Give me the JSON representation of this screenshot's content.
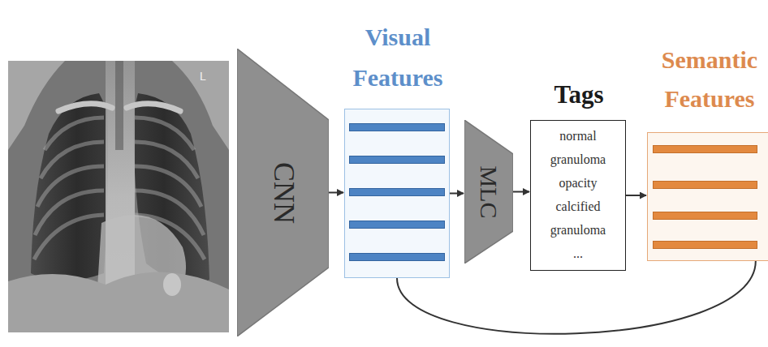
{
  "diagram": {
    "nodes": [
      {
        "text": [
          "CNN"
        ]
      },
      {
        "text": [
          "Visual Features"
        ]
      },
      {
        "text": [
          "MLC"
        ]
      },
      {
        "text": [
          "Tags",
          "normal",
          "granuloma",
          "opacity",
          "calcified granuloma",
          "..."
        ]
      },
      {
        "text": [
          "Semantic Features"
        ]
      }
    ],
    "edges": [
      {
        "from": 0,
        "to": 1,
        "arrow": "to"
      },
      {
        "from": 1,
        "to": 2,
        "arrow": "to"
      },
      {
        "from": 2,
        "to": 3,
        "arrow": "to"
      },
      {
        "from": 3,
        "to": 4,
        "arrow": "to"
      },
      {
        "from": 1,
        "to": 4,
        "arrow": "none"
      }
    ],
    "labels": [
      "L"
    ]
  }
}
